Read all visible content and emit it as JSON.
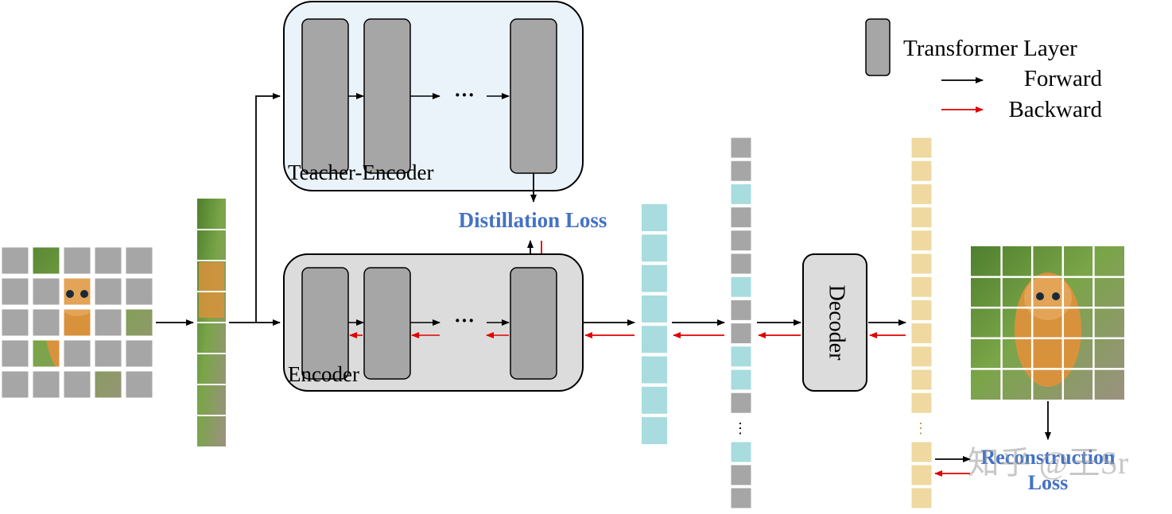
{
  "legend": {
    "layer_label": "Transformer Layer",
    "forward_label": "Forward",
    "backward_label": "Backward"
  },
  "teacher": {
    "label": "Teacher-Encoder"
  },
  "encoder": {
    "label": "Encoder"
  },
  "decoder": {
    "label": "Decoder"
  },
  "losses": {
    "distillation": "Distillation Loss",
    "reconstruction_line1": "Reconstruction",
    "reconstruction_line2": "Loss"
  },
  "ellipsis": "···",
  "vertical_ellipsis": "⋮",
  "watermark": "知乎 @王Sr",
  "colors": {
    "layer_gray": "#a6a6a6",
    "teacher_bg": "#eaf2fa",
    "encoder_bg": "#dcdcdc",
    "visible_token": "#a8dcdf",
    "mask_token": "#a6a6a6",
    "decoder_out_token": "#efd9a0",
    "forward_arrow": "#000000",
    "backward_arrow": "#e00000",
    "loss_text": "#4472c4",
    "cat_orange": "#d9923c",
    "grass": "#5e8f3a"
  }
}
